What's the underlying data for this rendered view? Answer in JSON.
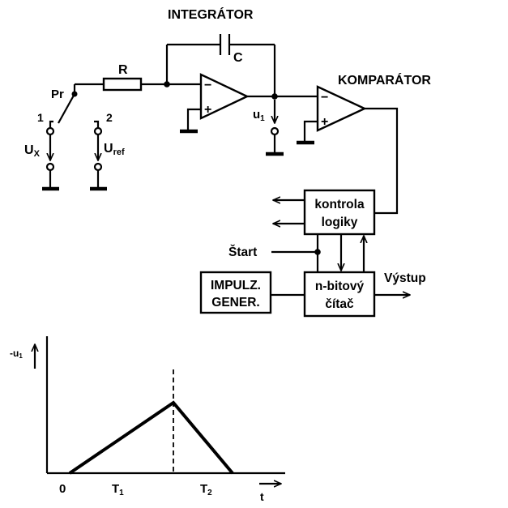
{
  "circuit": {
    "integrator_title": "INTEGRÁTOR",
    "comparator_title": "KOMPARÁTOR",
    "resistor_label": "R",
    "capacitor_label": "C",
    "switch_label": "Pr",
    "switch_pos1": "1",
    "switch_pos2": "2",
    "ux_main": "U",
    "ux_sub": "X",
    "uref_main": "U",
    "uref_sub": "ref",
    "u1_main": "u",
    "u1_sub": "1",
    "opamp_minus": "−",
    "opamp_plus": "+",
    "logic_line1": "kontrola",
    "logic_line2": "logiky",
    "counter_line1": "n-bitový",
    "counter_line2": "čítač",
    "generator_line1": "IMPULZ.",
    "generator_line2": "GENER.",
    "start_label": "Štart",
    "output_label": "Výstup"
  },
  "graph": {
    "y_label_main": "-u",
    "y_label_sub": "1",
    "x_label": "t",
    "origin_label": "0",
    "t1_main": "T",
    "t1_sub": "1",
    "t2_main": "T",
    "t2_sub": "2"
  }
}
